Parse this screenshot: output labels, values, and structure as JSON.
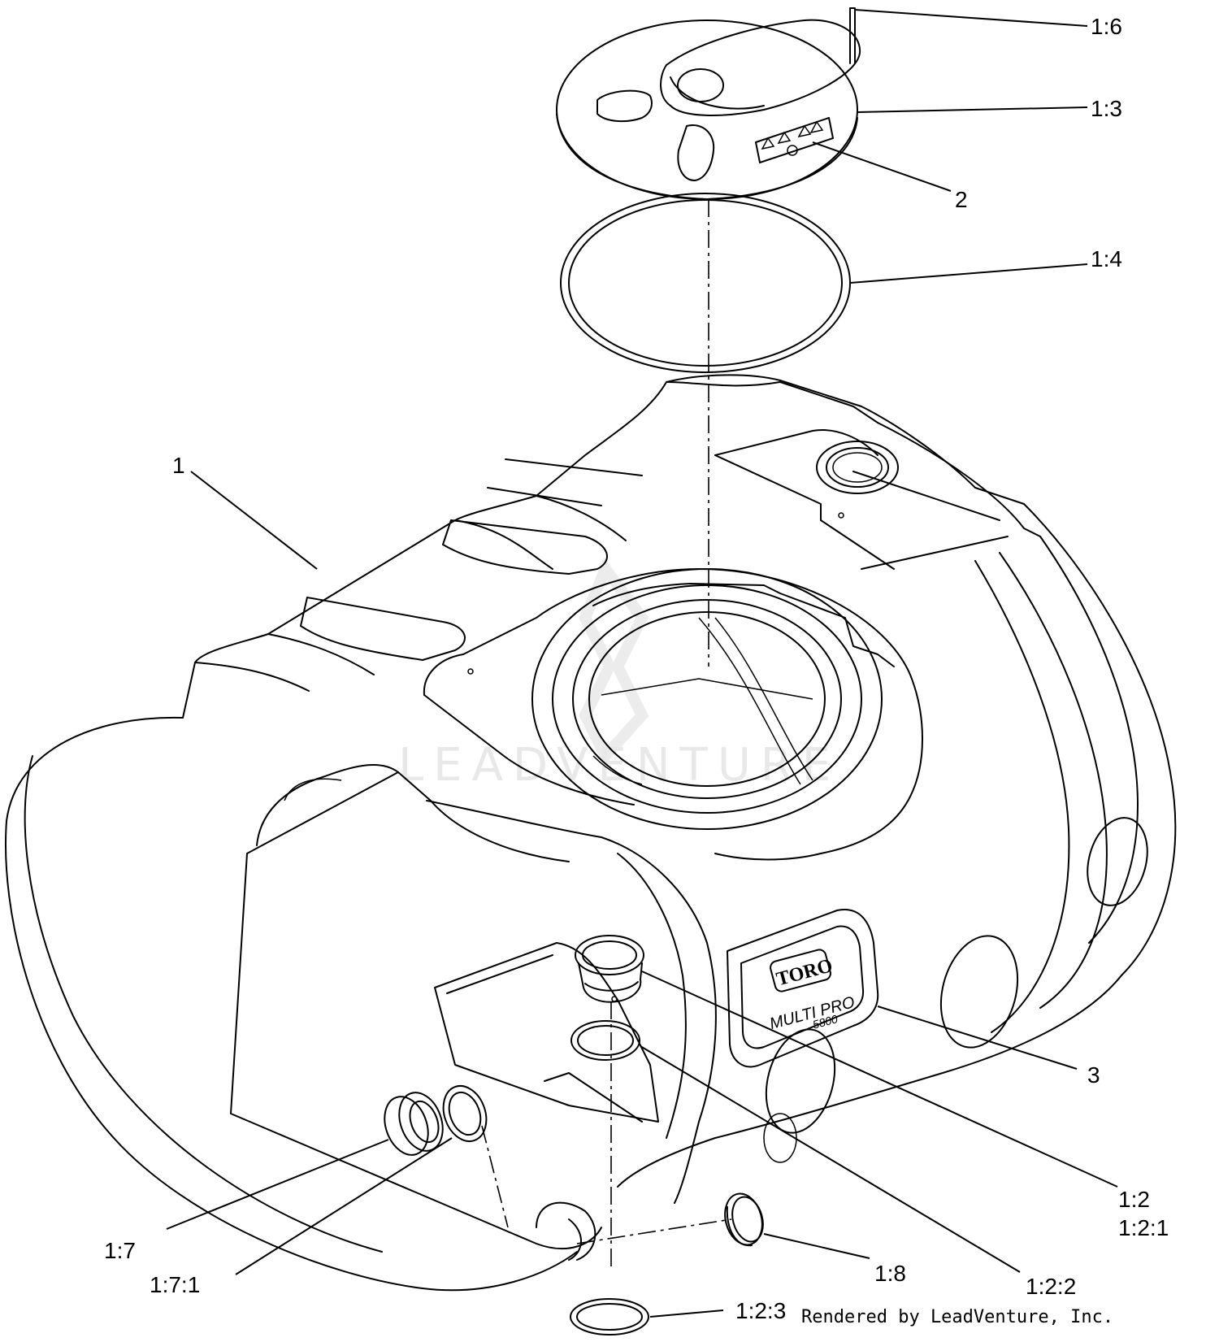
{
  "callouts": [
    {
      "id": "c1",
      "label": "1"
    },
    {
      "id": "c2",
      "label": "2"
    },
    {
      "id": "c3",
      "label": "3"
    },
    {
      "id": "c1-2",
      "label": "1:2"
    },
    {
      "id": "c1-2-1",
      "label": "1:2:1"
    },
    {
      "id": "c1-2-2",
      "label": "1:2:2"
    },
    {
      "id": "c1-2-3",
      "label": "1:2:3"
    },
    {
      "id": "c1-3",
      "label": "1:3"
    },
    {
      "id": "c1-4",
      "label": "1:4"
    },
    {
      "id": "c1-6",
      "label": "1:6"
    },
    {
      "id": "c1-7",
      "label": "1:7"
    },
    {
      "id": "c1-7-1",
      "label": "1:7:1"
    },
    {
      "id": "c1-8",
      "label": "1:8"
    }
  ],
  "decal": {
    "brand": "TORO",
    "model": "MULTI PRO",
    "number": "5800"
  },
  "watermark": "LEADVENTURE",
  "credit": "Rendered by LeadVenture, Inc."
}
